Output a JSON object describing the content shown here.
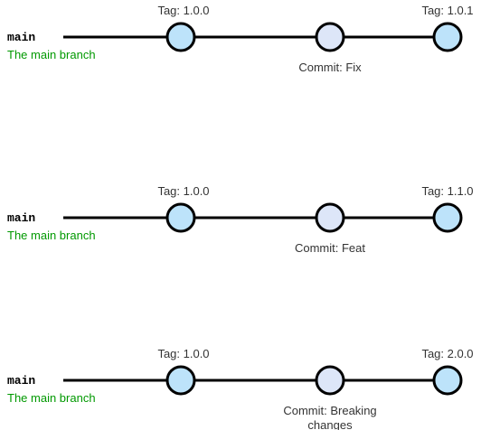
{
  "colors": {
    "line": "#000000",
    "tag_fill": "#bde3fa",
    "commit_fill": "#dde6f8",
    "desc": "#009900",
    "text": "#333333"
  },
  "rows": [
    {
      "branch": "main",
      "description": "The main branch",
      "tag_start": "Tag: 1.0.0",
      "commit_lines": [
        "Commit: Fix"
      ],
      "tag_end": "Tag: 1.0.1"
    },
    {
      "branch": "main",
      "description": "The main branch",
      "tag_start": "Tag: 1.0.0",
      "commit_lines": [
        "Commit: Feat"
      ],
      "tag_end": "Tag: 1.1.0"
    },
    {
      "branch": "main",
      "description": "The main branch",
      "tag_start": "Tag: 1.0.0",
      "commit_lines": [
        "Commit: Breaking",
        "changes"
      ],
      "tag_end": "Tag: 2.0.0"
    }
  ]
}
